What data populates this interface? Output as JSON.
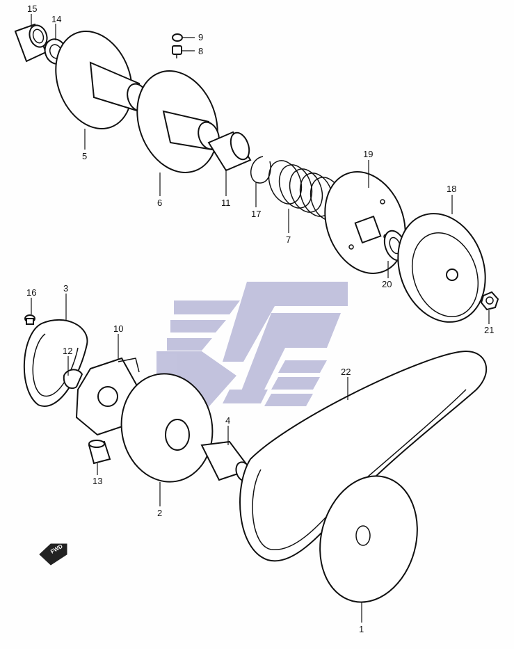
{
  "diagram": {
    "callouts": [
      {
        "id": "c15",
        "text": "15"
      },
      {
        "id": "c14",
        "text": "14"
      },
      {
        "id": "c9",
        "text": "9"
      },
      {
        "id": "c8",
        "text": "8"
      },
      {
        "id": "c5",
        "text": "5"
      },
      {
        "id": "c6",
        "text": "6"
      },
      {
        "id": "c11",
        "text": "11"
      },
      {
        "id": "c17",
        "text": "17"
      },
      {
        "id": "c19",
        "text": "19"
      },
      {
        "id": "c18",
        "text": "18"
      },
      {
        "id": "c7",
        "text": "7"
      },
      {
        "id": "c20",
        "text": "20"
      },
      {
        "id": "c21",
        "text": "21"
      },
      {
        "id": "c16",
        "text": "16"
      },
      {
        "id": "c3",
        "text": "3"
      },
      {
        "id": "c10",
        "text": "10"
      },
      {
        "id": "c12",
        "text": "12"
      },
      {
        "id": "c22",
        "text": "22"
      },
      {
        "id": "c4",
        "text": "4"
      },
      {
        "id": "c13",
        "text": "13"
      },
      {
        "id": "c2",
        "text": "2"
      },
      {
        "id": "c1",
        "text": "1"
      }
    ],
    "direction_arrow": "FWD",
    "watermark_color": "#b8b8d8",
    "line_color": "#111111"
  }
}
